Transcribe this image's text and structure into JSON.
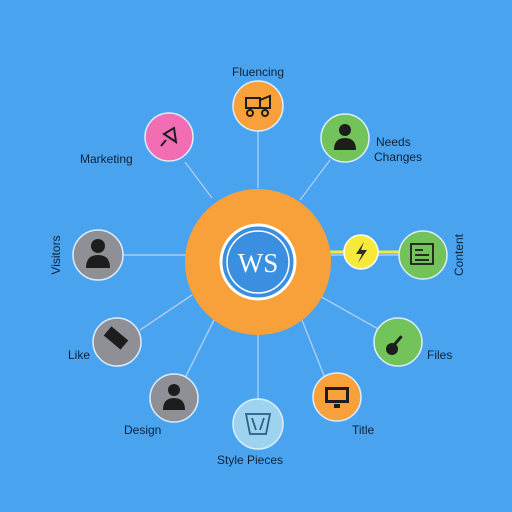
{
  "hub": {
    "label": "WS",
    "color": "#f8a13a",
    "inner_color": "#3b8fe0"
  },
  "connector": {
    "color": "#f6e93a",
    "icon": "lightning-icon"
  },
  "nodes": [
    {
      "id": "fluencing",
      "label": "Fluencing",
      "color": "#f8a13a",
      "icon": "machine-icon"
    },
    {
      "id": "needs-changes",
      "label": "Needs",
      "label2": "Changes",
      "color": "#72c35a",
      "icon": "user-icon"
    },
    {
      "id": "content",
      "label": "Content",
      "color": "#72c35a",
      "icon": "document-icon"
    },
    {
      "id": "files",
      "label": "Files",
      "color": "#72c35a",
      "icon": "guitar-icon"
    },
    {
      "id": "title",
      "label": "Title",
      "color": "#f8a13a",
      "icon": "monitor-icon"
    },
    {
      "id": "style-pieces",
      "label": "Style Pieces",
      "color": "#9ed3ef",
      "icon": "puzzle-icon"
    },
    {
      "id": "design",
      "label": "Design",
      "color": "#8f8f96",
      "icon": "person-icon"
    },
    {
      "id": "like",
      "label": "Like",
      "color": "#8f8f96",
      "icon": "tag-icon"
    },
    {
      "id": "visitors",
      "label": "Visitors",
      "color": "#8f8f96",
      "icon": "user-icon"
    },
    {
      "id": "marketing",
      "label": "Marketing",
      "color": "#f26db4",
      "icon": "pin-icon"
    }
  ]
}
